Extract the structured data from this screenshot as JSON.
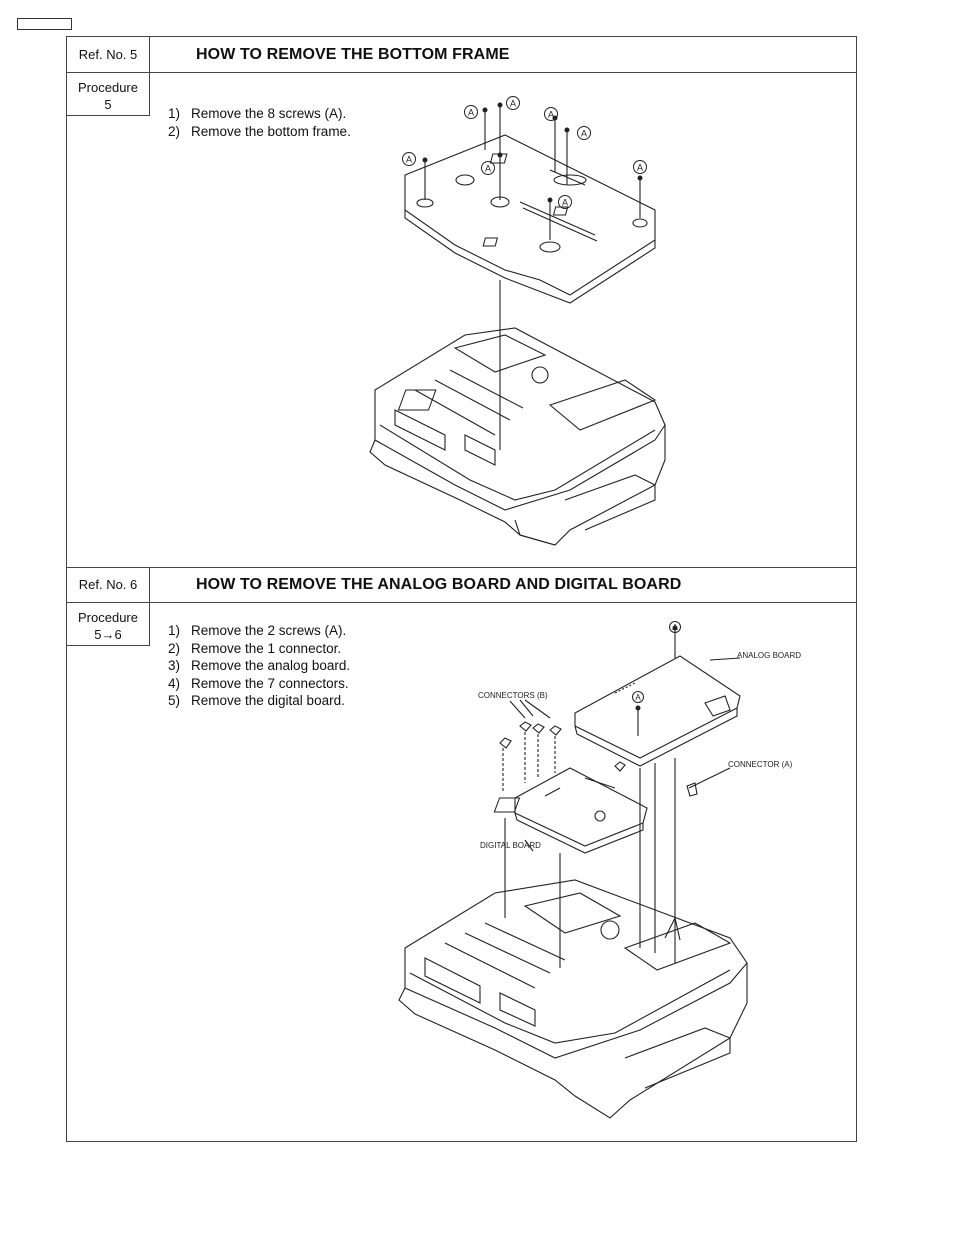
{
  "sections": [
    {
      "ref": "Ref. No. 5",
      "title": "HOW TO REMOVE THE BOTTOM FRAME",
      "procedure_label": "Procedure",
      "procedure_value": "5",
      "steps": [
        {
          "num": "1)",
          "text": "Remove the 8 screws (A)."
        },
        {
          "num": "2)",
          "text": "Remove the bottom frame."
        }
      ]
    },
    {
      "ref": "Ref. No. 6",
      "title": "HOW TO REMOVE THE ANALOG BOARD AND DIGITAL BOARD",
      "procedure_label": "Procedure",
      "procedure_value": "5→6",
      "steps": [
        {
          "num": "1)",
          "text": "Remove the 2 screws (A)."
        },
        {
          "num": "2)",
          "text": "Remove the 1 connector."
        },
        {
          "num": "3)",
          "text": "Remove the analog board."
        },
        {
          "num": "4)",
          "text": "Remove the 7 connectors."
        },
        {
          "num": "5)",
          "text": "Remove the digital board."
        }
      ]
    }
  ],
  "diagram_labels": {
    "screw_marker": "A",
    "analog_board": "ANALOG BOARD",
    "connectors_b": "CONNECTORS (B)",
    "connector_a": "CONNECTOR (A)",
    "digital_board": "DIGITAL BOARD"
  }
}
